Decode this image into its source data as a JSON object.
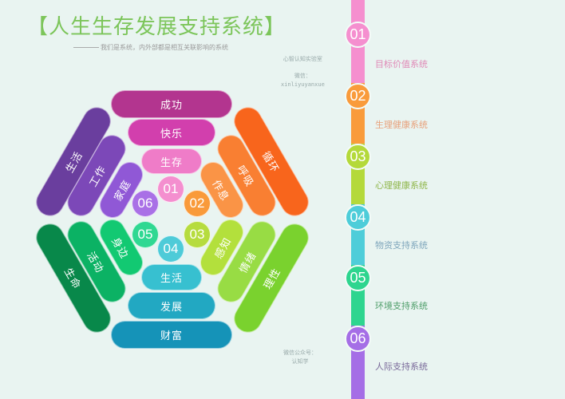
{
  "header": {
    "title": "【人生生存发展支持系统】",
    "subtitle": "我们是系统，内外部都是相互关联影响的系统"
  },
  "watermarks": {
    "top_line1": "心智认知实验室",
    "top_line2": "微信：",
    "top_line3": "xinliyuyanxue",
    "bottom_line1": "微信公众号：",
    "bottom_line2": "认知学"
  },
  "hexagon": {
    "center_numbers": [
      {
        "label": "01",
        "color": "#f48fcf"
      },
      {
        "label": "02",
        "color": "#f99a3a"
      },
      {
        "label": "03",
        "color": "#b6dc3e"
      },
      {
        "label": "04",
        "color": "#4ecbd8"
      },
      {
        "label": "05",
        "color": "#2fd892"
      },
      {
        "label": "06",
        "color": "#a970e6"
      }
    ],
    "top": [
      {
        "label": "成功",
        "color": "#b3358f"
      },
      {
        "label": "快乐",
        "color": "#d23fad"
      },
      {
        "label": "生存",
        "color": "#ef7cc8"
      }
    ],
    "top_right": [
      {
        "label": "循环",
        "color": "#f8651c"
      },
      {
        "label": "呼吸",
        "color": "#f97f32"
      },
      {
        "label": "作息",
        "color": "#fa9446"
      }
    ],
    "bottom_right": [
      {
        "label": "理性",
        "color": "#7ad22e"
      },
      {
        "label": "情绪",
        "color": "#98dc44"
      },
      {
        "label": "感知",
        "color": "#b3e03c"
      }
    ],
    "bottom": [
      {
        "label": "财富",
        "color": "#1593b8"
      },
      {
        "label": "发展",
        "color": "#22a8c2"
      },
      {
        "label": "生活",
        "color": "#37c0d0"
      }
    ],
    "bottom_left": [
      {
        "label": "生命",
        "color": "#08884a"
      },
      {
        "label": "活动",
        "color": "#0bb264"
      },
      {
        "label": "身边",
        "color": "#12c972"
      }
    ],
    "top_left": [
      {
        "label": "生活",
        "color": "#6a3e9e"
      },
      {
        "label": "工作",
        "color": "#7c48b8"
      },
      {
        "label": "家庭",
        "color": "#9058d6"
      }
    ]
  },
  "timeline": {
    "items": [
      {
        "number": "01",
        "label": "目标价值系统",
        "color": "#f58fcf",
        "text_color": "#e08ab7"
      },
      {
        "number": "02",
        "label": "生理健康系统",
        "color": "#f99b3b",
        "text_color": "#e8a07a"
      },
      {
        "number": "03",
        "label": "心理健康系统",
        "color": "#b4d93a",
        "text_color": "#8fb64a"
      },
      {
        "number": "04",
        "label": "物资支持系统",
        "color": "#4ecdd9",
        "text_color": "#7fa6bc"
      },
      {
        "number": "05",
        "label": "环境支持系统",
        "color": "#2ed58f",
        "text_color": "#4f9e6a"
      },
      {
        "number": "06",
        "label": "人际支持系统",
        "color": "#a56ee6",
        "text_color": "#7a6a9a"
      }
    ]
  }
}
